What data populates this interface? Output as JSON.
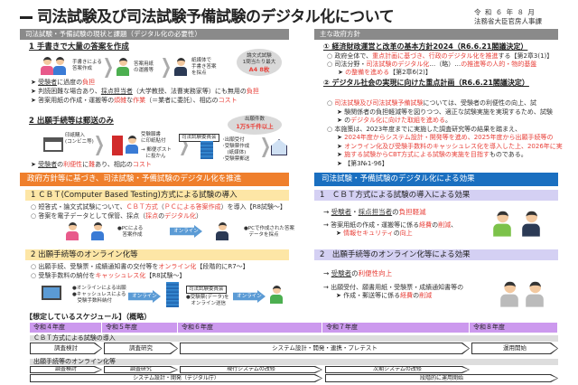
{
  "header": {
    "title": "司法試験及び司法試験予備試験のデジタル化について",
    "date": "令 和 ６ 年 ８ 月",
    "department": "法務省大臣官房人事課"
  },
  "colors": {
    "accent_red": "#e8413a",
    "orange": "#ef7f2c",
    "blue": "#1a6fc0",
    "yellow": "#fde6a6",
    "lavender": "#d4d0f3",
    "purple": "#cc99ee",
    "gray": "#8a8a8a"
  },
  "current": {
    "header": "司法試験・予備試験の現状と課題（デジタル化の必要性）",
    "s1": {
      "heading": "1 手書きで大量の答案を作成",
      "flow": [
        "手書きによる\n答案作成",
        "答案用紙\nの運搬等",
        "紙媒体で\n手書き答案\nを採点"
      ],
      "bubble": {
        "line1": "論文式試験\n1問当たり最大",
        "line2": "A4 8枚"
      },
      "bullets": [
        [
          [
            "受験者",
            "u"
          ],
          [
            "に過度の",
            ""
          ],
          [
            "負担",
            "r"
          ]
        ],
        [
          [
            "判読困難な場合あり、",
            ""
          ],
          [
            "採点担当者",
            "u"
          ],
          [
            "（大学教授、法曹実務家等）にも無用の",
            ""
          ],
          [
            "負担",
            "r"
          ]
        ],
        [
          [
            "答案用紙の作成・運搬等の",
            ""
          ],
          [
            "煩雑",
            "r"
          ],
          [
            "な",
            ""
          ],
          [
            "作業",
            "r"
          ],
          [
            "（＝業者に委託）、相応の",
            ""
          ],
          [
            "コスト",
            "r"
          ]
        ]
      ]
    },
    "s2": {
      "heading": "2 出願手続等は郵送のみ",
      "flow": {
        "buy": "印紙購入\n(コンビニ等)",
        "paste": "受験願書\nに印紙貼付",
        "post": "→ 郵便ポスト\n　に投かん",
        "committee": "司法試験委員会",
        "tasks": "･出願受付\n･受験票作成\n　(紙媒体)\n･受験票郵送"
      },
      "bubble": {
        "line1": "出願件数",
        "line2": "1万5千件以上"
      },
      "bullets": [
        [
          [
            "受験者",
            "u"
          ],
          [
            "の",
            ""
          ],
          [
            "利便性",
            "r"
          ],
          [
            "に",
            ""
          ],
          [
            "難",
            "r"
          ],
          [
            "あり、相応の",
            ""
          ],
          [
            "コスト",
            "r"
          ]
        ]
      ]
    }
  },
  "policy": {
    "header": "主な政府方針",
    "p1": {
      "heading": "① 経済財政運営と改革の基本方針2024（R6.6.21閣議決定）",
      "bullets": [
        [
          [
            "政府全体で、",
            ""
          ],
          [
            "重点計画に基づき、行政のデジタル化を推進",
            "r"
          ],
          [
            "する【第2章3(1)】",
            ""
          ]
        ],
        [
          [
            "司法分野・",
            ""
          ],
          [
            "司法試験のデジタル化",
            "r"
          ],
          [
            "…（略）…",
            ""
          ],
          [
            "の推進等の人的・物的基盤",
            "r"
          ]
        ],
        [
          [
            "の整備を進める",
            "r"
          ],
          [
            "【第2章6(2)】",
            ""
          ]
        ]
      ]
    },
    "p2": {
      "heading": "② デジタル社会の実現に向けた重点計画（R6.6.21閣議決定）",
      "lines": [
        [
          [
            "司法試験及び司法試験予備試験",
            "r"
          ],
          [
            "については、受験者の利便性の向上、試",
            ""
          ]
        ],
        [
          [
            "験関係者の負担軽減等を図りつつ、適正な試験実施を実現するため、試験",
            ""
          ]
        ],
        [
          [
            "の",
            ""
          ],
          [
            "デジタル化に向けた取組を進める",
            "r"
          ],
          [
            "。",
            ""
          ]
        ],
        [
          [
            "本施策は、2023年度までに実施した調査研究等の結果を踏まえ、",
            ""
          ]
        ],
        [
          [
            "2024年度からシステム設計・開発等を進め、2025年度から出願手続等の",
            "r"
          ]
        ],
        [
          [
            "オンライン化及び受験手数料のキャッシュレス化を導入した上、2026年に実",
            "r"
          ]
        ],
        [
          [
            "施する試験からCBT方式による試験の実施を目指す",
            "r"
          ],
          [
            "ものである。",
            ""
          ]
        ],
        [
          [
            "【第3№1-96】",
            ""
          ]
        ]
      ]
    }
  },
  "promote_banner": "政府方針等に基づき、司法試験・予備試験のデジタル化を推進",
  "measures": {
    "m1": {
      "heading": "1 ＣＢＴ(Computer Based Testing)方式による試験の導入",
      "bullets": [
        [
          [
            "短答式・論文式試験について、",
            ""
          ],
          [
            "ＣＢＴ方式",
            "r"
          ],
          [
            "（",
            ""
          ],
          [
            "ＰＣによる",
            "r"
          ],
          [
            "答案作成",
            "r"
          ],
          [
            "）を導入【R8試験～】",
            ""
          ]
        ],
        [
          [
            "答案を電子データとして保管、採点（",
            ""
          ],
          [
            "採点",
            "r"
          ],
          [
            "の",
            ""
          ],
          [
            "デジタル化",
            "r"
          ],
          [
            "）",
            ""
          ]
        ]
      ],
      "flow": {
        "left": "●PCによる\n　答案作成",
        "arrow": "オンライン",
        "right": "●PCで作成された答案\n　データを採点"
      }
    },
    "m2": {
      "heading": "2 出願手続等のオンライン化等",
      "bullets": [
        [
          [
            "出願手続、受験票・成績通知書の交付等を",
            ""
          ],
          [
            "オンライン化",
            "r"
          ],
          [
            "【段階的にR7～】",
            ""
          ]
        ],
        [
          [
            "受験手数料の納付を",
            ""
          ],
          [
            "キャッシュレス化",
            "r"
          ],
          [
            "【R8試験～】",
            ""
          ]
        ]
      ],
      "flow": {
        "left": "●オンラインによる出願\n●キャッシュレスによる\n　受験手数料納付",
        "arrow1": "オンライン",
        "committee": "司法試験委員会",
        "mid": "●受験票(データ)を\n　オンライン送信",
        "arrow2": "オンライン"
      }
    }
  },
  "effects": {
    "header": "司法試験・予備試験のデジタル化による効果",
    "e1": {
      "heading": "1　ＣＢＴ方式による試験の導入による効果",
      "items": [
        [
          [
            "受験者",
            "u"
          ],
          [
            "・",
            ""
          ],
          [
            "採点担当者",
            "u"
          ],
          [
            "の",
            ""
          ],
          [
            "負担軽減",
            "r"
          ]
        ],
        [
          [
            "答案用紙の作成・運搬等に係る",
            ""
          ],
          [
            "経費",
            "r"
          ],
          [
            "の",
            ""
          ],
          [
            "削減",
            "r"
          ],
          [
            "、",
            ""
          ]
        ],
        [
          [
            "情報セキュリティ",
            "r"
          ],
          [
            "の",
            ""
          ],
          [
            "向上",
            "r"
          ]
        ]
      ]
    },
    "e2": {
      "heading": "2　出願手続等のオンライン化等による効果",
      "items": [
        [
          [
            "受験者",
            "u"
          ],
          [
            "の",
            ""
          ],
          [
            "利便性向上",
            "r"
          ]
        ],
        [
          [
            "出願受付、願書用紙・受験票・成績通知書等の",
            ""
          ]
        ],
        [
          [
            "作成・郵送等に係る",
            ""
          ],
          [
            "経費",
            "r"
          ],
          [
            "の",
            ""
          ],
          [
            "削減",
            "r"
          ]
        ]
      ]
    }
  },
  "schedule": {
    "title": "【想定しているスケジュール】（概略）",
    "years": [
      "令和４年度",
      "令和５年度",
      "令和６年度",
      "令和７年度",
      "令和８年度"
    ],
    "cbt": {
      "label": "ＣＢＴ方式による試験の導入",
      "steps": [
        "調査検討",
        "調査研究",
        "システム設計・開発・連携・プレテスト",
        "運用開始"
      ]
    },
    "online": {
      "label": "出願手続等のオンライン化等",
      "row1": [
        "調査検討",
        "調査研究",
        "現行システムの改修",
        "次期システムの改修"
      ],
      "row2": [
        "システム設計・開発（デジタル庁）",
        "段階的に運用開始"
      ]
    }
  }
}
